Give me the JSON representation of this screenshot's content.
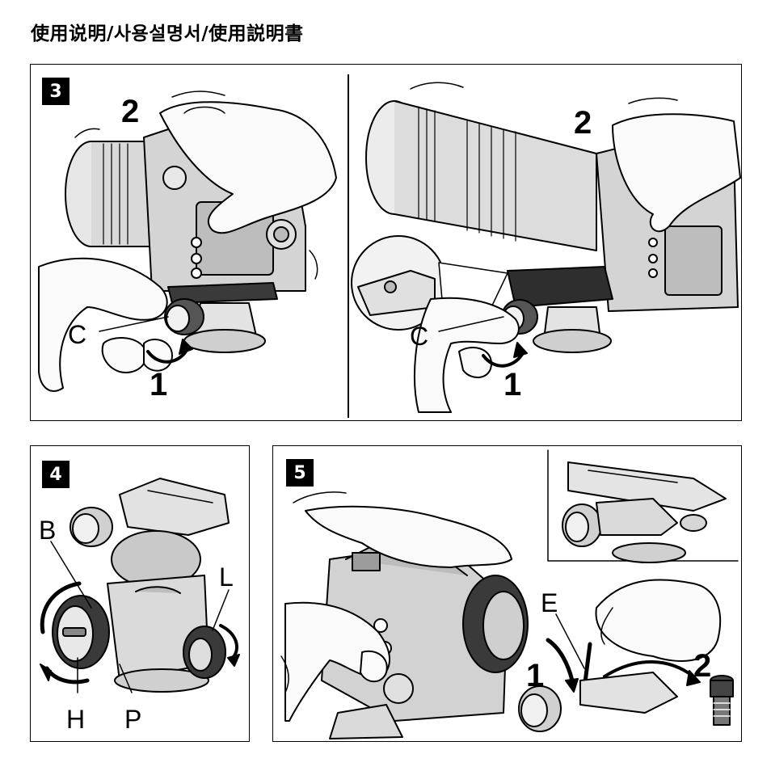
{
  "page": {
    "title": "使用说明/사용설명서/使用説明書"
  },
  "panel3": {
    "badge": "3",
    "left": {
      "step_top": "2",
      "label_c": "C",
      "step_bottom": "1"
    },
    "right": {
      "step_top": "2",
      "label_c": "C",
      "step_bottom": "1"
    }
  },
  "panel4": {
    "badge": "4",
    "labels": {
      "b": "B",
      "l": "L",
      "h": "H",
      "p": "P"
    }
  },
  "panel5": {
    "badge": "5",
    "labels": {
      "e": "E",
      "step1": "1",
      "step2": "2"
    }
  }
}
